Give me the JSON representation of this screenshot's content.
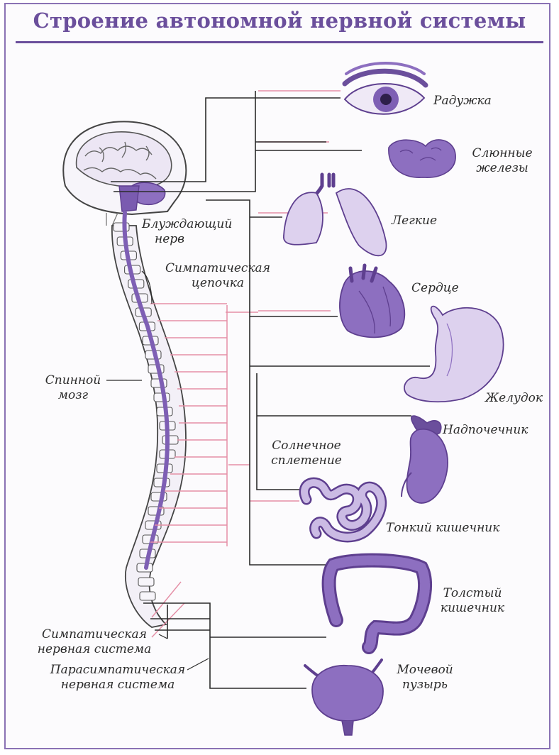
{
  "title": "Строение автономной нервной системы",
  "labels": {
    "raduzhka": "Радужка",
    "slyunnye_1": "Слюнные",
    "slyunnye_2": "железы",
    "legkie": "Легкие",
    "serdce": "Сердце",
    "zheludok": "Желудок",
    "nadpochechnik": "Надпочечник",
    "tonkiy": "Тонкий кишечник",
    "tolstyy_1": "Толстый",
    "tolstyy_2": "кишечник",
    "mochevoy_1": "Мочевой",
    "mochevoy_2": "пузырь",
    "bluzhdayushchiy_1": "Блуждающий",
    "bluzhdayushchiy_2": "нерв",
    "simp_cep_1": "Симпатическая",
    "simp_cep_2": "цепочка",
    "spinnoy_1": "Спинной",
    "spinnoy_2": "мозг",
    "solnechnoe_1": "Солнечное",
    "solnechnoe_2": "сплетение",
    "simp_ns_1": "Симпатическая",
    "simp_ns_2": "нервная система",
    "parasimp_1": "Парасимпатическая",
    "parasimp_2": "нервная система"
  },
  "colors": {
    "accent": "#6b4f9c",
    "organ": "#8d6fc0",
    "organ_dark": "#5e3f8f",
    "sympathetic": "#e58fa6",
    "parasympathetic": "#2b2b2b",
    "bone": "#f3f0f7"
  }
}
